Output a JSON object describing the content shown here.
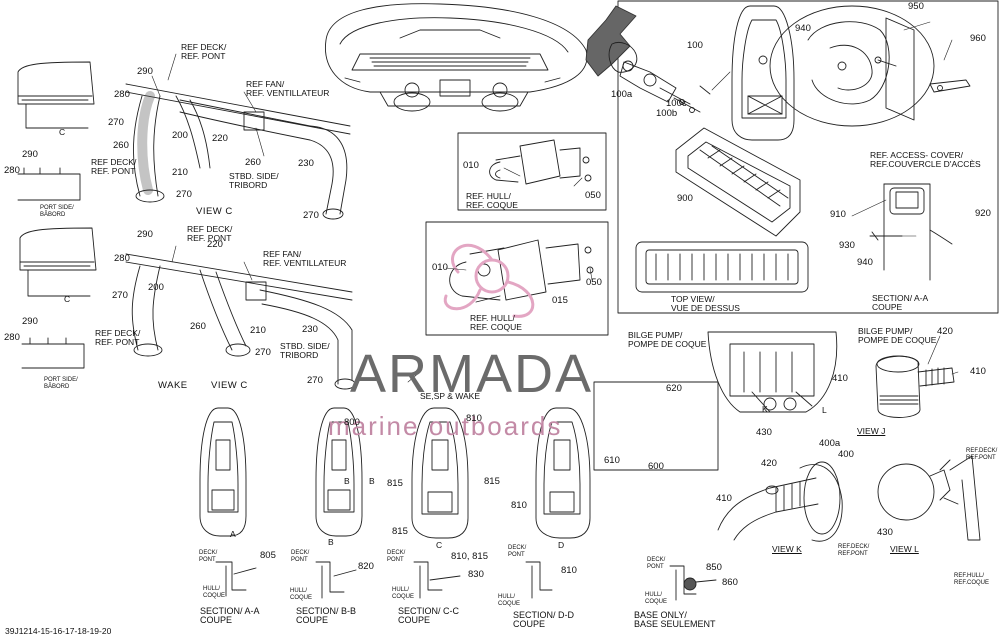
{
  "footer_code": "39J1214-15-16-17-18-19-20",
  "watermark": {
    "brand": "ARMADA",
    "tagline": "marine outboards"
  },
  "views": {
    "view_c_top": "VIEW C",
    "view_c_bottom": "VIEW C",
    "wake": "WAKE",
    "top_view": "TOP VIEW/",
    "top_view_fr": "VUE DE DESSUS",
    "view_k": "VIEW K",
    "view_j": "VIEW J",
    "view_l": "VIEW L",
    "se_sp_wake": "SE,SP & WAKE",
    "section_aa_right": "SECTION/  A-A",
    "section_aa_right_fr": "COUPE",
    "section_aa": "SECTION/  A-A",
    "section_bb": "SECTION/  B-B",
    "section_cc": "SECTION/  C-C",
    "section_dd": "SECTION/  D-D",
    "coupe": "COUPE",
    "base_only": "BASE ONLY/",
    "base_only_fr": "BASE SEULEMENT"
  },
  "labels": {
    "ref_deck": "REF DECK/",
    "ref_pont": "REF. PONT",
    "ref_fan": "REF FAN/",
    "ref_vent": "REF. VENTILLATEUR",
    "stbd_side": "STBD. SIDE/",
    "tribord": "TRIBORD",
    "port_side": "PORT SIDE/",
    "babord": "BÂBORD",
    "ref_hull": "REF. HULL/",
    "ref_coque": "REF. COQUE",
    "ref_access": "REF. ACCESS- COVER/",
    "ref_couvercle": "REF.COUVERCLE D'ACCÈS",
    "bilge_pump": "BILGE PUMP/",
    "pompe_coque": "POMPE DE COQUE",
    "deck": "DECK/",
    "pont": "PONT",
    "hull": "HULL/",
    "coque": "COQUE",
    "ref_deck_small": "REF.DECK/",
    "ref_pont_small": "REF.PONT",
    "ref_hull_small": "REF.HULL/",
    "ref_coque_small": "REF.COQUE"
  },
  "parts": {
    "p100": "100",
    "p100a": "100a",
    "p100b": "100b",
    "p100c": "100c",
    "p200": "200",
    "p210": "210",
    "p220": "220",
    "p230": "230",
    "p260": "260",
    "p270": "270",
    "p280": "280",
    "p290": "290",
    "p010": "010",
    "p015": "015",
    "p050": "050",
    "p410": "410",
    "p400": "400",
    "p400a": "400a",
    "p420": "420",
    "p430": "430",
    "p600": "600",
    "p610": "610",
    "p620": "620",
    "p800": "800",
    "p805": "805",
    "p810": "810",
    "p815": "815",
    "p810_815": "810, 815",
    "p820": "820",
    "p830": "830",
    "p850": "850",
    "p860": "860",
    "p900": "900",
    "p910": "910",
    "p920": "920",
    "p930": "930",
    "p940": "940",
    "p950": "950",
    "p960": "960"
  },
  "letters": {
    "a": "A",
    "b": "B",
    "c": "C",
    "d": "D",
    "k": "K",
    "l": "L"
  }
}
